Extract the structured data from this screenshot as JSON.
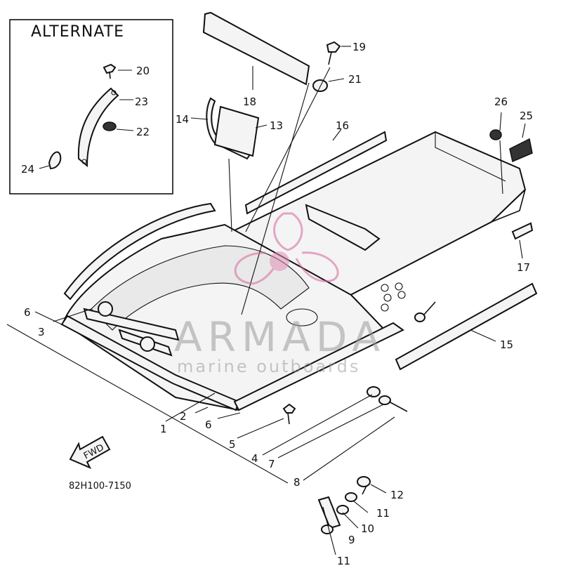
{
  "inset": {
    "title": "ALTERNATE"
  },
  "diagram_code": "82H100-7150",
  "fwd_label": "FWD",
  "watermark": {
    "brand": "ARMADA",
    "tagline": "marine outboards"
  },
  "callouts": {
    "c1": "1",
    "c2": "2",
    "c3": "3",
    "c4": "4",
    "c5": "5",
    "c6a": "6",
    "c6b": "6",
    "c7": "7",
    "c8": "8",
    "c9": "9",
    "c10": "10",
    "c11a": "11",
    "c11b": "11",
    "c12": "12",
    "c13": "13",
    "c14": "14",
    "c15": "15",
    "c16": "16",
    "c17": "17",
    "c18": "18",
    "c19": "19",
    "c20": "20",
    "c21": "21",
    "c22": "22",
    "c23": "23",
    "c24": "24",
    "c25": "25",
    "c26": "26"
  }
}
